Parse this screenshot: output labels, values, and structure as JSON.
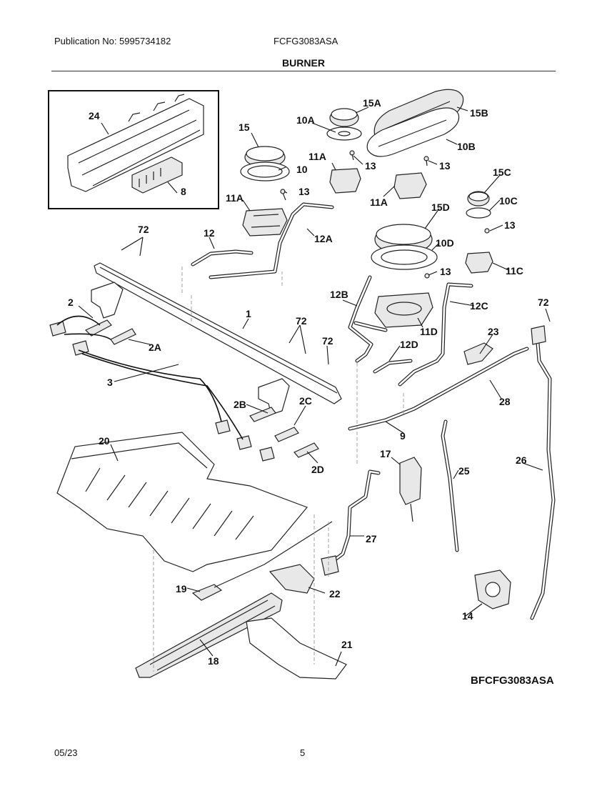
{
  "header": {
    "publication": "Publication No: 5995734182",
    "model": "FCFG3083ASA",
    "section": "BURNER"
  },
  "diagram": {
    "code": "BFCFG3083ASA",
    "callouts": {
      "c24": "24",
      "c8": "8",
      "c15": "15",
      "c10": "10",
      "c11A_left": "11A",
      "c13_left": "13",
      "c10A": "10A",
      "c15A": "15A",
      "c15B": "15B",
      "c10B": "10B",
      "c11A_mid": "11A",
      "c13_mid": "13",
      "c13_right": "13",
      "c11A_right": "11A",
      "c15C": "15C",
      "c10C": "10C",
      "c13_c": "13",
      "c11C": "11C",
      "c15D": "15D",
      "c10D": "10D",
      "c13_d": "13",
      "c12": "12",
      "c12A": "12A",
      "c72_left": "72",
      "c1": "1",
      "c2": "2",
      "c2A": "2A",
      "c3": "3",
      "c72_center": "72",
      "c72_center2": "72",
      "c12B": "12B",
      "c11D": "11D",
      "c12C": "12C",
      "c72_right": "72",
      "c12D": "12D",
      "c23": "23",
      "c28": "28",
      "c2B": "2B",
      "c2C": "2C",
      "c2D": "2D",
      "c9": "9",
      "c20": "20",
      "c17": "17",
      "c25": "25",
      "c26": "26",
      "c27": "27",
      "c19": "19",
      "c22": "22",
      "c14": "14",
      "c18": "18",
      "c21": "21"
    }
  },
  "footer": {
    "date": "05/23",
    "page": "5"
  }
}
